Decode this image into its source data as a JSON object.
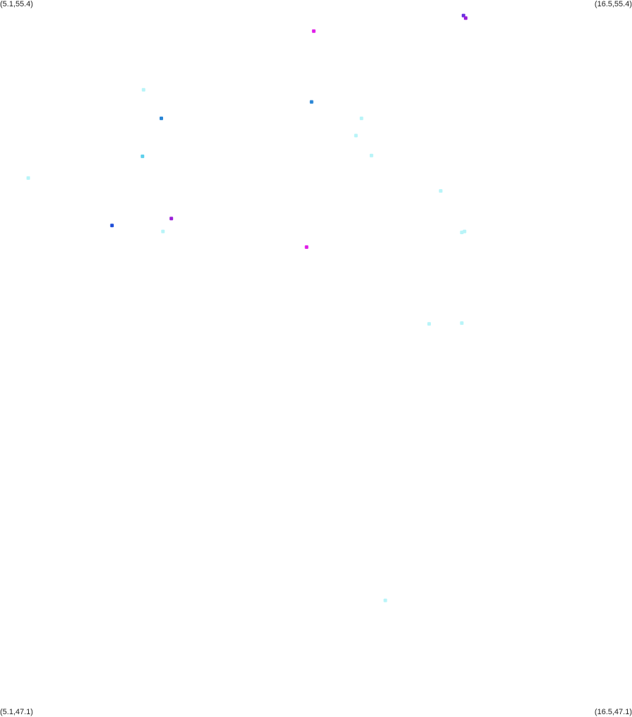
{
  "corners": {
    "top_left": "(5.1,55.4)",
    "top_right": "(16.5,55.4)",
    "bottom_left": "(5.1,47.1)",
    "bottom_right": "(16.5,47.1)"
  },
  "bounds": {
    "lon_min": 5.1,
    "lon_max": 16.5,
    "lat_min": 47.1,
    "lat_max": 55.4
  },
  "colors": {
    "cyan_light": "#b8f4f8",
    "cyan": "#5ed0ec",
    "blue": "#2a86d6",
    "blue_dark": "#1f4fd8",
    "violet": "#6a2ee0",
    "purple": "#9a1fd8",
    "magenta": "#e01ee8"
  },
  "chart_data": {
    "type": "scatter",
    "points": [
      {
        "lon": 13.46,
        "lat": 55.22,
        "color": "violet"
      },
      {
        "lon": 13.5,
        "lat": 55.19,
        "color": "purple"
      },
      {
        "lon": 10.76,
        "lat": 55.04,
        "color": "magenta"
      },
      {
        "lon": 7.69,
        "lat": 54.36,
        "color": "cyan_light"
      },
      {
        "lon": 10.72,
        "lat": 54.22,
        "color": "blue"
      },
      {
        "lon": 8.01,
        "lat": 54.03,
        "color": "blue"
      },
      {
        "lon": 11.62,
        "lat": 54.03,
        "color": "cyan_light"
      },
      {
        "lon": 11.52,
        "lat": 53.83,
        "color": "cyan_light"
      },
      {
        "lon": 11.8,
        "lat": 53.6,
        "color": "cyan_light"
      },
      {
        "lon": 7.67,
        "lat": 53.59,
        "color": "cyan"
      },
      {
        "lon": 5.61,
        "lat": 53.34,
        "color": "cyan_light"
      },
      {
        "lon": 13.05,
        "lat": 53.19,
        "color": "cyan_light"
      },
      {
        "lon": 8.19,
        "lat": 52.87,
        "color": "purple"
      },
      {
        "lon": 7.12,
        "lat": 52.79,
        "color": "blue_dark"
      },
      {
        "lon": 8.04,
        "lat": 52.72,
        "color": "cyan_light"
      },
      {
        "lon": 13.43,
        "lat": 52.71,
        "color": "cyan_light"
      },
      {
        "lon": 13.48,
        "lat": 52.72,
        "color": "cyan_light"
      },
      {
        "lon": 10.63,
        "lat": 52.54,
        "color": "magenta"
      },
      {
        "lon": 12.84,
        "lat": 51.65,
        "color": "cyan_light"
      },
      {
        "lon": 13.43,
        "lat": 51.66,
        "color": "cyan_light"
      },
      {
        "lon": 12.05,
        "lat": 48.45,
        "color": "cyan_light"
      }
    ]
  }
}
